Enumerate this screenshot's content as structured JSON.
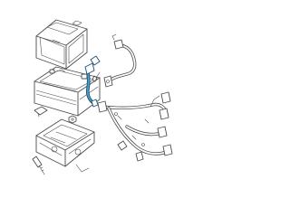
{
  "highlight_color": "#3b8fbf",
  "line_color": "#4d4d4d",
  "parts": [
    {
      "name": "battery-tray-cover",
      "highlighted": false
    },
    {
      "name": "battery",
      "highlighted": false
    },
    {
      "name": "ground-cable",
      "highlighted": true
    },
    {
      "name": "positive-cable",
      "highlighted": false
    },
    {
      "name": "battery-tray",
      "highlighted": false
    },
    {
      "name": "wiring-harness",
      "highlighted": false
    },
    {
      "name": "hold-down-bolt",
      "highlighted": false
    },
    {
      "name": "nut",
      "highlighted": false
    },
    {
      "name": "clamp",
      "highlighted": false
    }
  ]
}
